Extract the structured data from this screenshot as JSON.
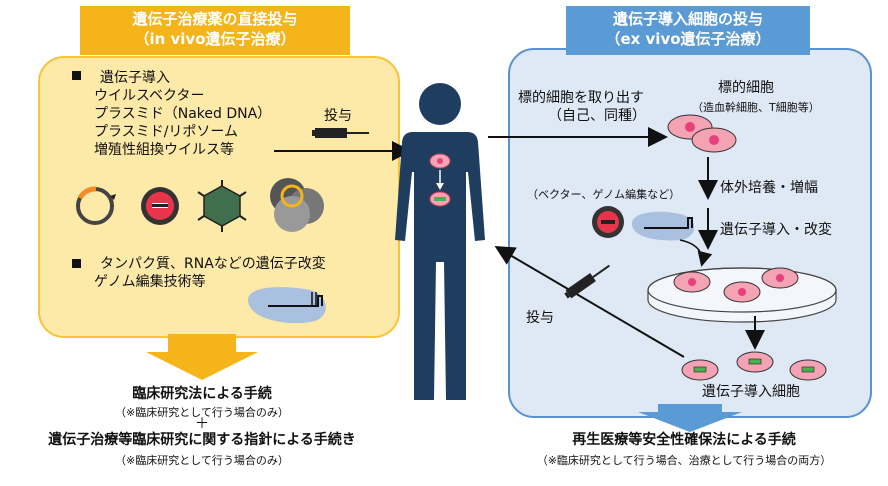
{
  "left": {
    "header_line1": "遺伝子治療薬の直接投与",
    "header_line2": "（in vivo遺伝子治療）",
    "bullet1_title": "遺伝子導入",
    "bullet1_items": [
      "ウイルスベクター",
      "プラスミド（Naked DNA）",
      "プラスミド/リポソーム",
      "増殖性組換ウイルス等"
    ],
    "bullet2_line1": "タンパク質、RNAなどの遺伝子改変",
    "bullet2_line2": "ゲノム編集技術等",
    "admin_label": "投与",
    "procedure_line1": "臨床研究法による手続",
    "procedure_note1": "（※臨床研究として行う場合のみ）",
    "plus": "＋",
    "procedure_line2": "遺伝子治療等臨床研究に関する指針による手続き",
    "procedure_note2": "（※臨床研究として行う場合のみ）"
  },
  "right": {
    "header_line1": "遺伝子導入細胞の投与",
    "header_line2": "（ex vivo遺伝子治療）",
    "extract_line1": "標的細胞を取り出す",
    "extract_line2": "（自己、同種）",
    "target_cell_label": "標的細胞",
    "target_cell_note": "（造血幹細胞、T細胞等）",
    "culture_label": "体外培養・増幅",
    "vector_note": "（ベクター、ゲノム編集など）",
    "transduction_label": "遺伝子導入・改変",
    "transduced_cell_label": "遺伝子導入細胞",
    "admin_label": "投与",
    "procedure_line1": "再生医療等安全性確保法による手続",
    "procedure_note1": "（※臨床研究として行う場合、治療として行う場合の両方）"
  },
  "colors": {
    "left_fill": "#fde9a8",
    "left_accent": "#f4b41a",
    "right_fill": "#dfe8f5",
    "right_accent": "#5b9bd5",
    "body": "#1f3d5f",
    "cell_pink": "#f4a3b5",
    "cell_nucleus": "#e8407a"
  }
}
